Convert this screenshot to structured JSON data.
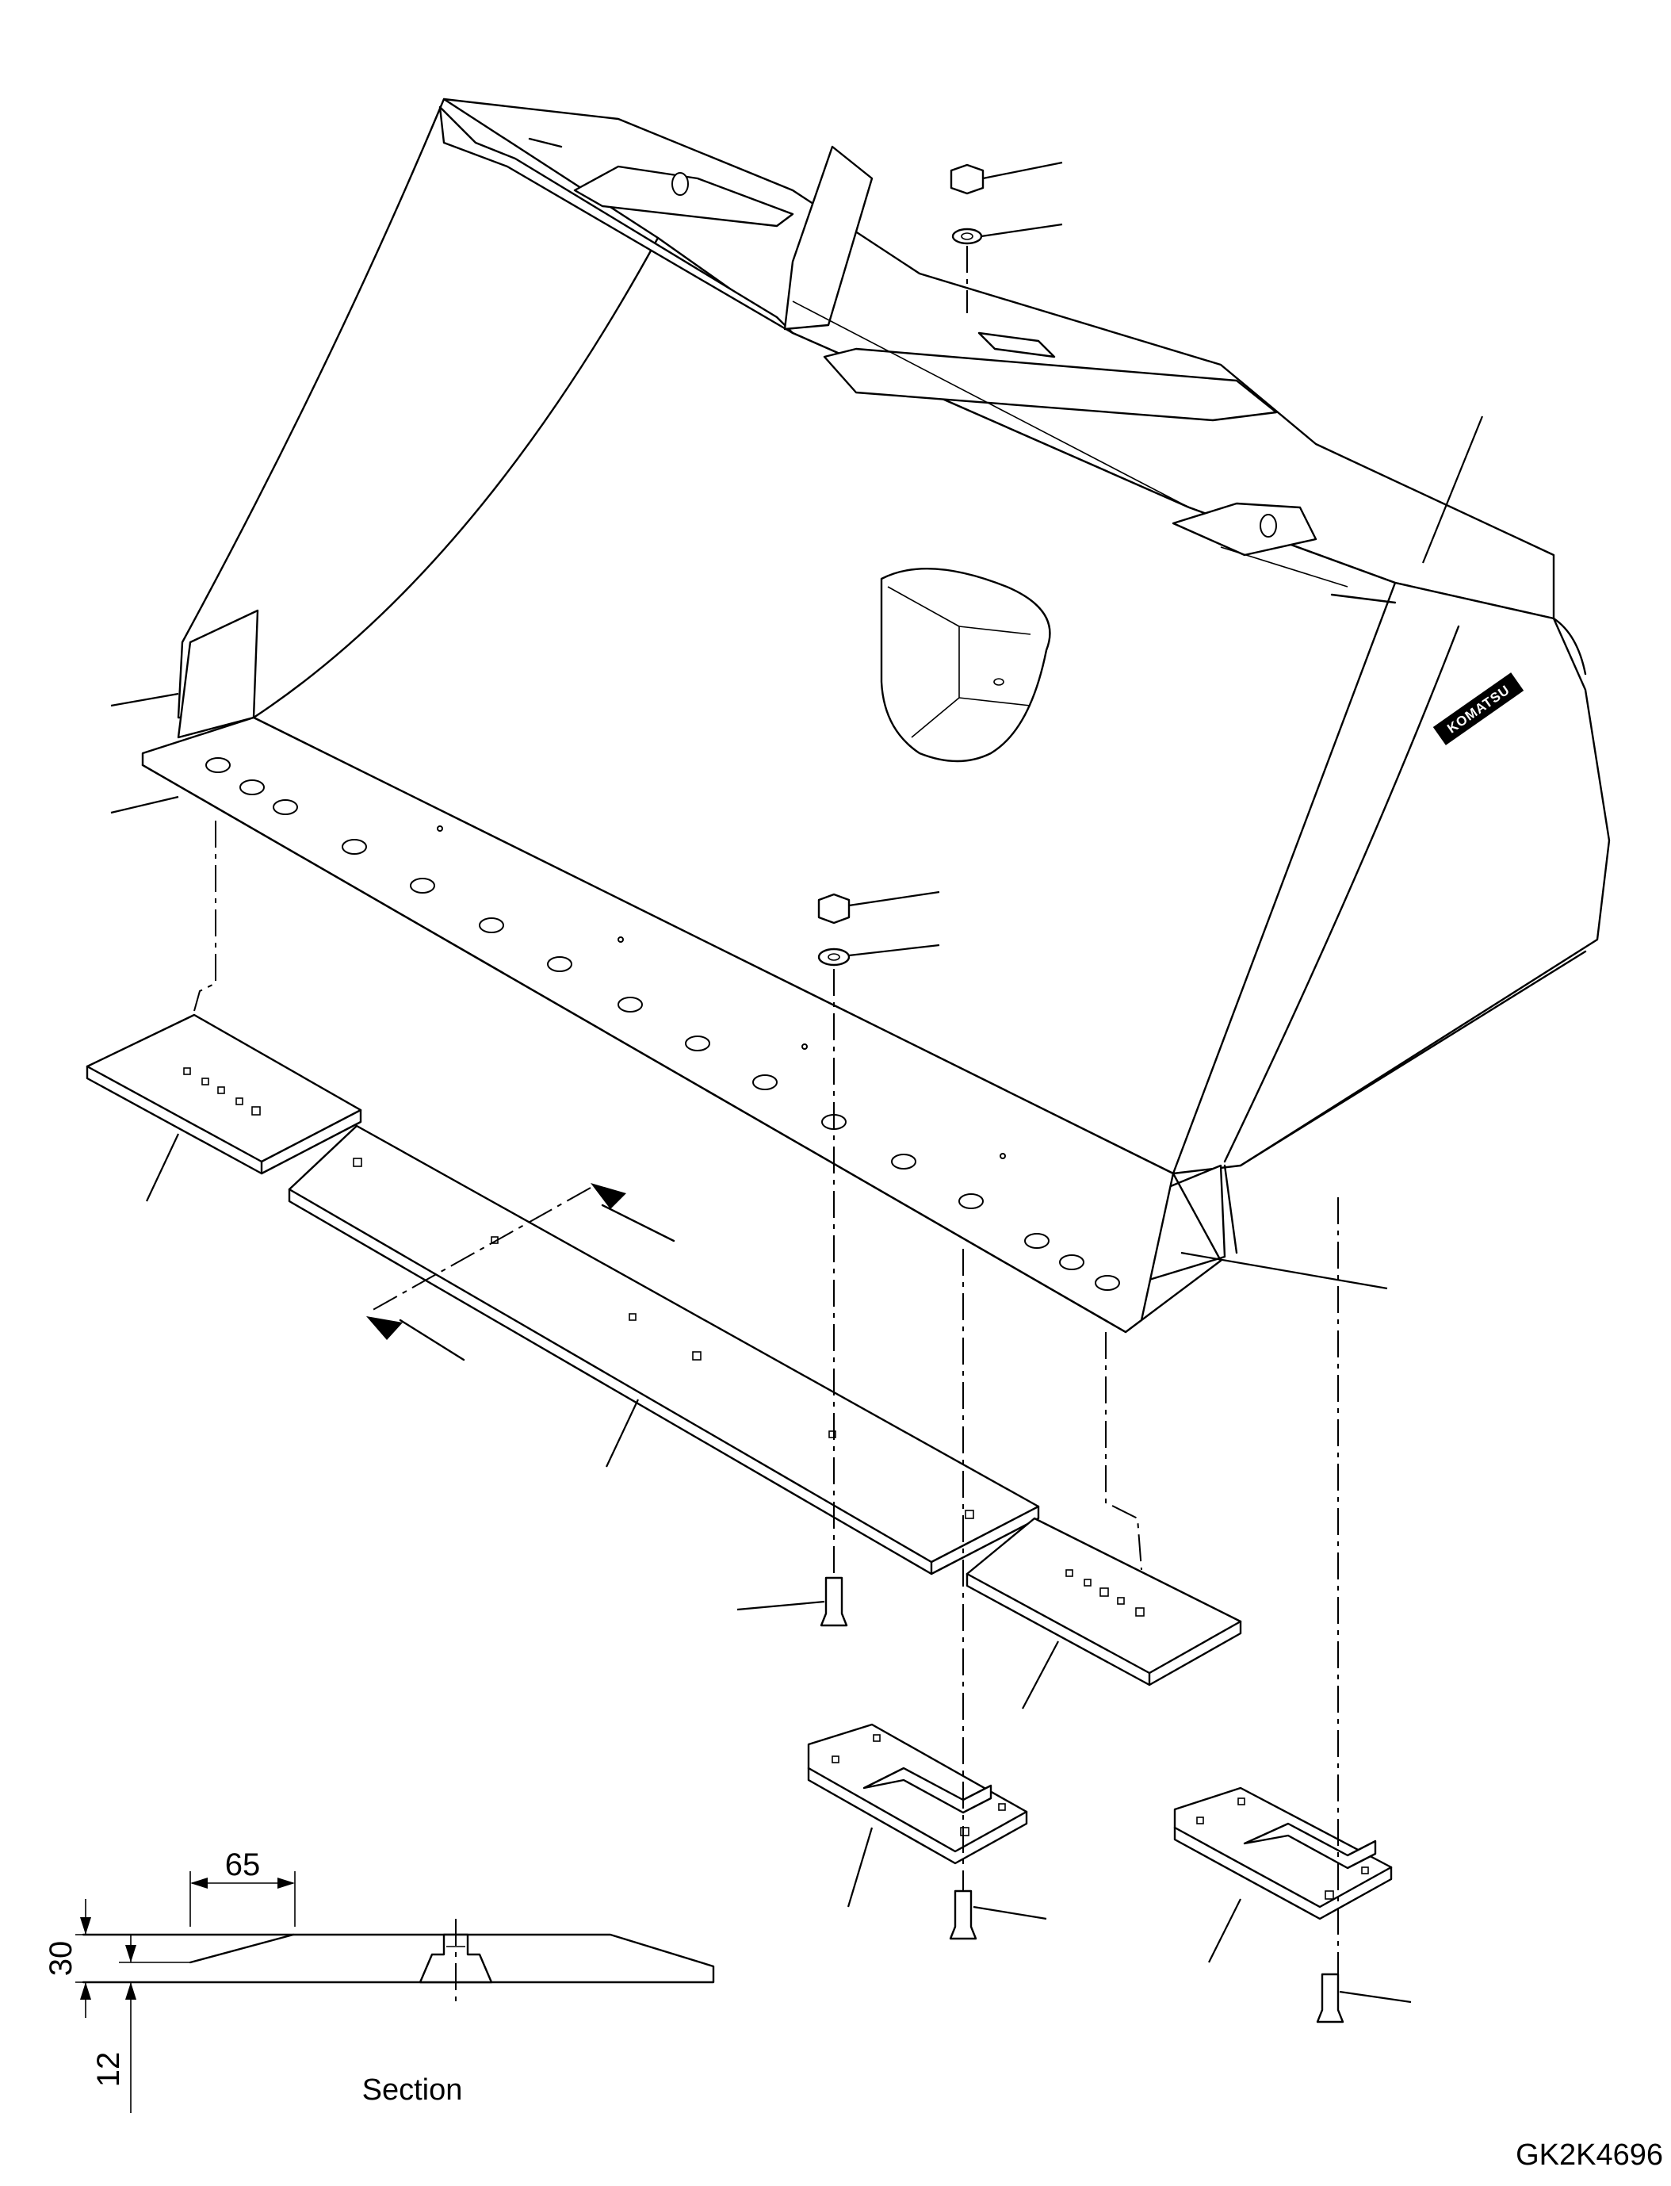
{
  "drawing_id": "GK2K4696",
  "brand_mark": "KOMATSU",
  "section": {
    "caption": "Section",
    "dim_width": "65",
    "dim_height_total": "30",
    "dim_height_edge": "12"
  }
}
